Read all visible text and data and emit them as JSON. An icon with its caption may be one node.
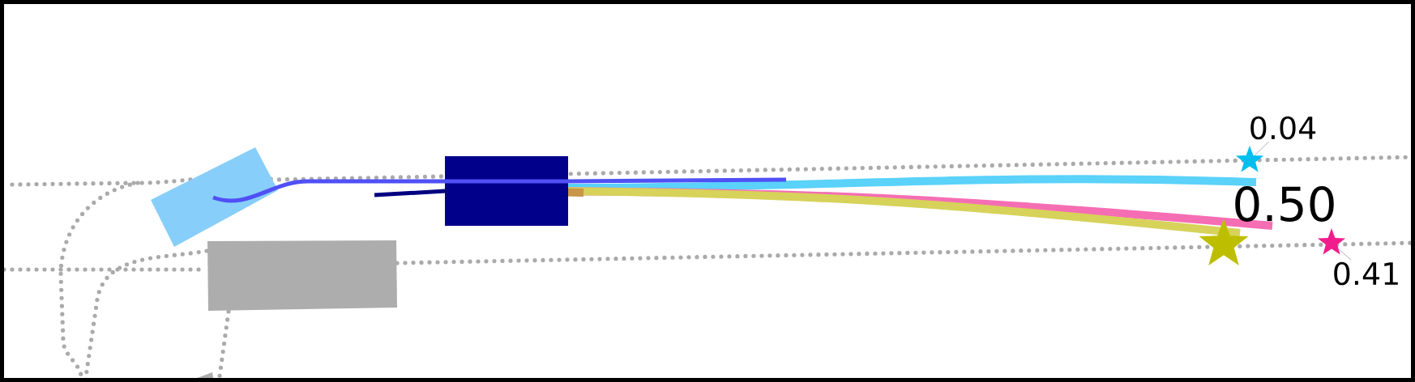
{
  "diagram": {
    "nodes": [
      {
        "text": [
          "0.04"
        ]
      },
      {
        "text": [],
        "shape": "star"
      },
      {
        "text": [
          "0.41"
        ]
      },
      {
        "text": [],
        "shape": "star"
      }
    ],
    "edges": [
      {
        "from": 0,
        "to": 1,
        "arrow": "none"
      },
      {
        "from": 2,
        "to": 3,
        "arrow": "none"
      }
    ],
    "labels": [
      "0.50"
    ]
  }
}
